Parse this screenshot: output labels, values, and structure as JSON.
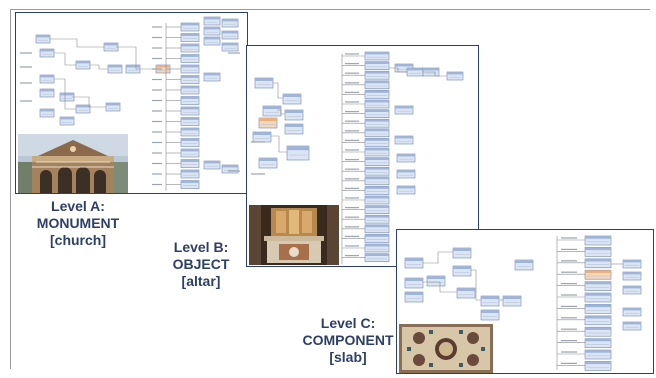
{
  "levels": [
    {
      "title": "Level A:",
      "name": "MONUMENT",
      "example": "[church]"
    },
    {
      "title": "Level B:",
      "name": "OBJECT",
      "example": "[altar]"
    },
    {
      "title": "Level C:",
      "name": "COMPONENT",
      "example": "[slab]"
    }
  ],
  "colors": {
    "label_text": "#2d3f66",
    "panel_border": "#2b3f73",
    "node_fill": "#dbe5f3",
    "node_stroke": "#6f86b3",
    "node_header": "#9fb4d6",
    "highlight_fill": "#f6d6b8",
    "connector": "#8a8a8a"
  }
}
